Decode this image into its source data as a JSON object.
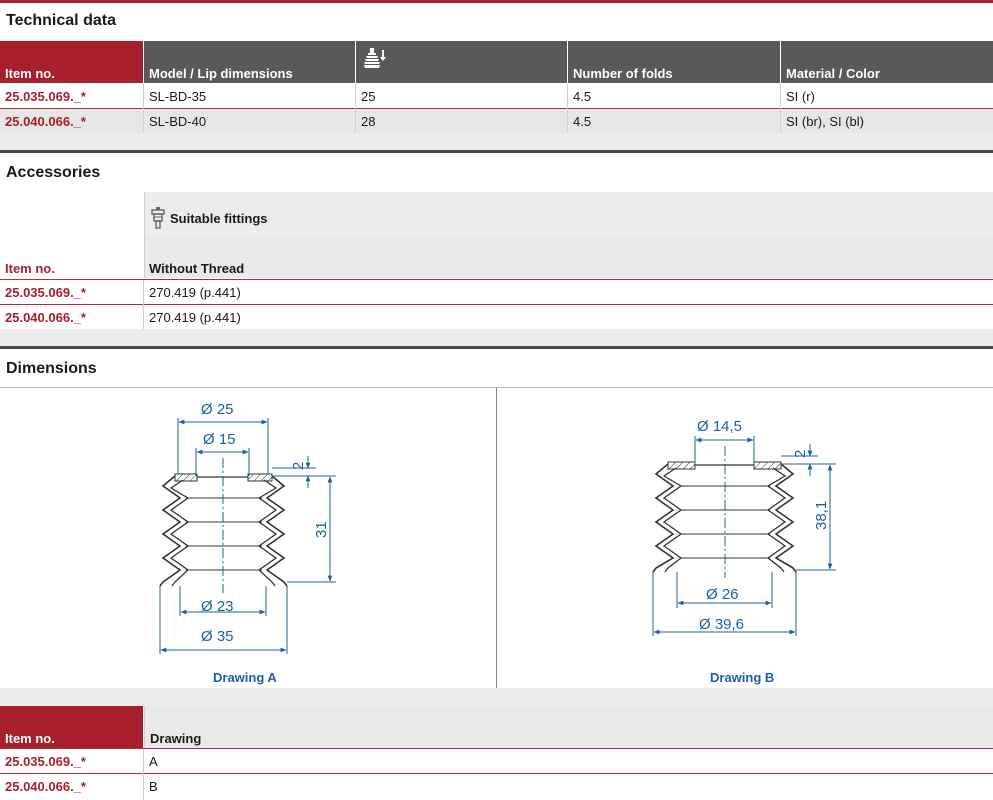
{
  "technical": {
    "title": "Technical data",
    "headers": {
      "item": "Item no.",
      "model": "Model / Lip dimensions",
      "folds": "Number of folds",
      "material": "Material / Color"
    },
    "rows": [
      {
        "item": "25.035.069._*",
        "model": "SL-BD-35",
        "size": "25",
        "folds": "4.5",
        "material": "SI (r)"
      },
      {
        "item": "25.040.066._*",
        "model": "SL-BD-40",
        "size": "28",
        "folds": "4.5",
        "material": "SI (br), SI (bl)"
      }
    ]
  },
  "accessories": {
    "title": "Accessories",
    "group_label": "Suitable fittings",
    "headers": {
      "item": "Item no.",
      "fitting": "Without Thread"
    },
    "rows": [
      {
        "item": "25.035.069._*",
        "fitting": "270.419 (p.441)"
      },
      {
        "item": "25.040.066._*",
        "fitting": "270.419 (p.441)"
      }
    ]
  },
  "dimensions": {
    "title": "Dimensions",
    "drawing_a": {
      "caption": "Drawing A",
      "top_outer": "Ø 25",
      "top_inner": "Ø 15",
      "lip": "2",
      "height": "31",
      "bottom_inner": "Ø 23",
      "bottom_outer": "Ø 35"
    },
    "drawing_b": {
      "caption": "Drawing B",
      "top_inner": "Ø 14,5",
      "lip": "2",
      "height": "38,1",
      "bottom_inner": "Ø 26",
      "bottom_outer": "Ø 39,6"
    }
  },
  "drawing_table": {
    "headers": {
      "item": "Item no.",
      "drawing": "Drawing"
    },
    "rows": [
      {
        "item": "25.035.069._*",
        "drawing": "A"
      },
      {
        "item": "25.040.066._*",
        "drawing": "B"
      }
    ]
  },
  "colors": {
    "accent": "#a8202c",
    "header_grey": "#595959",
    "dimension_blue": "#1f5fa8"
  }
}
